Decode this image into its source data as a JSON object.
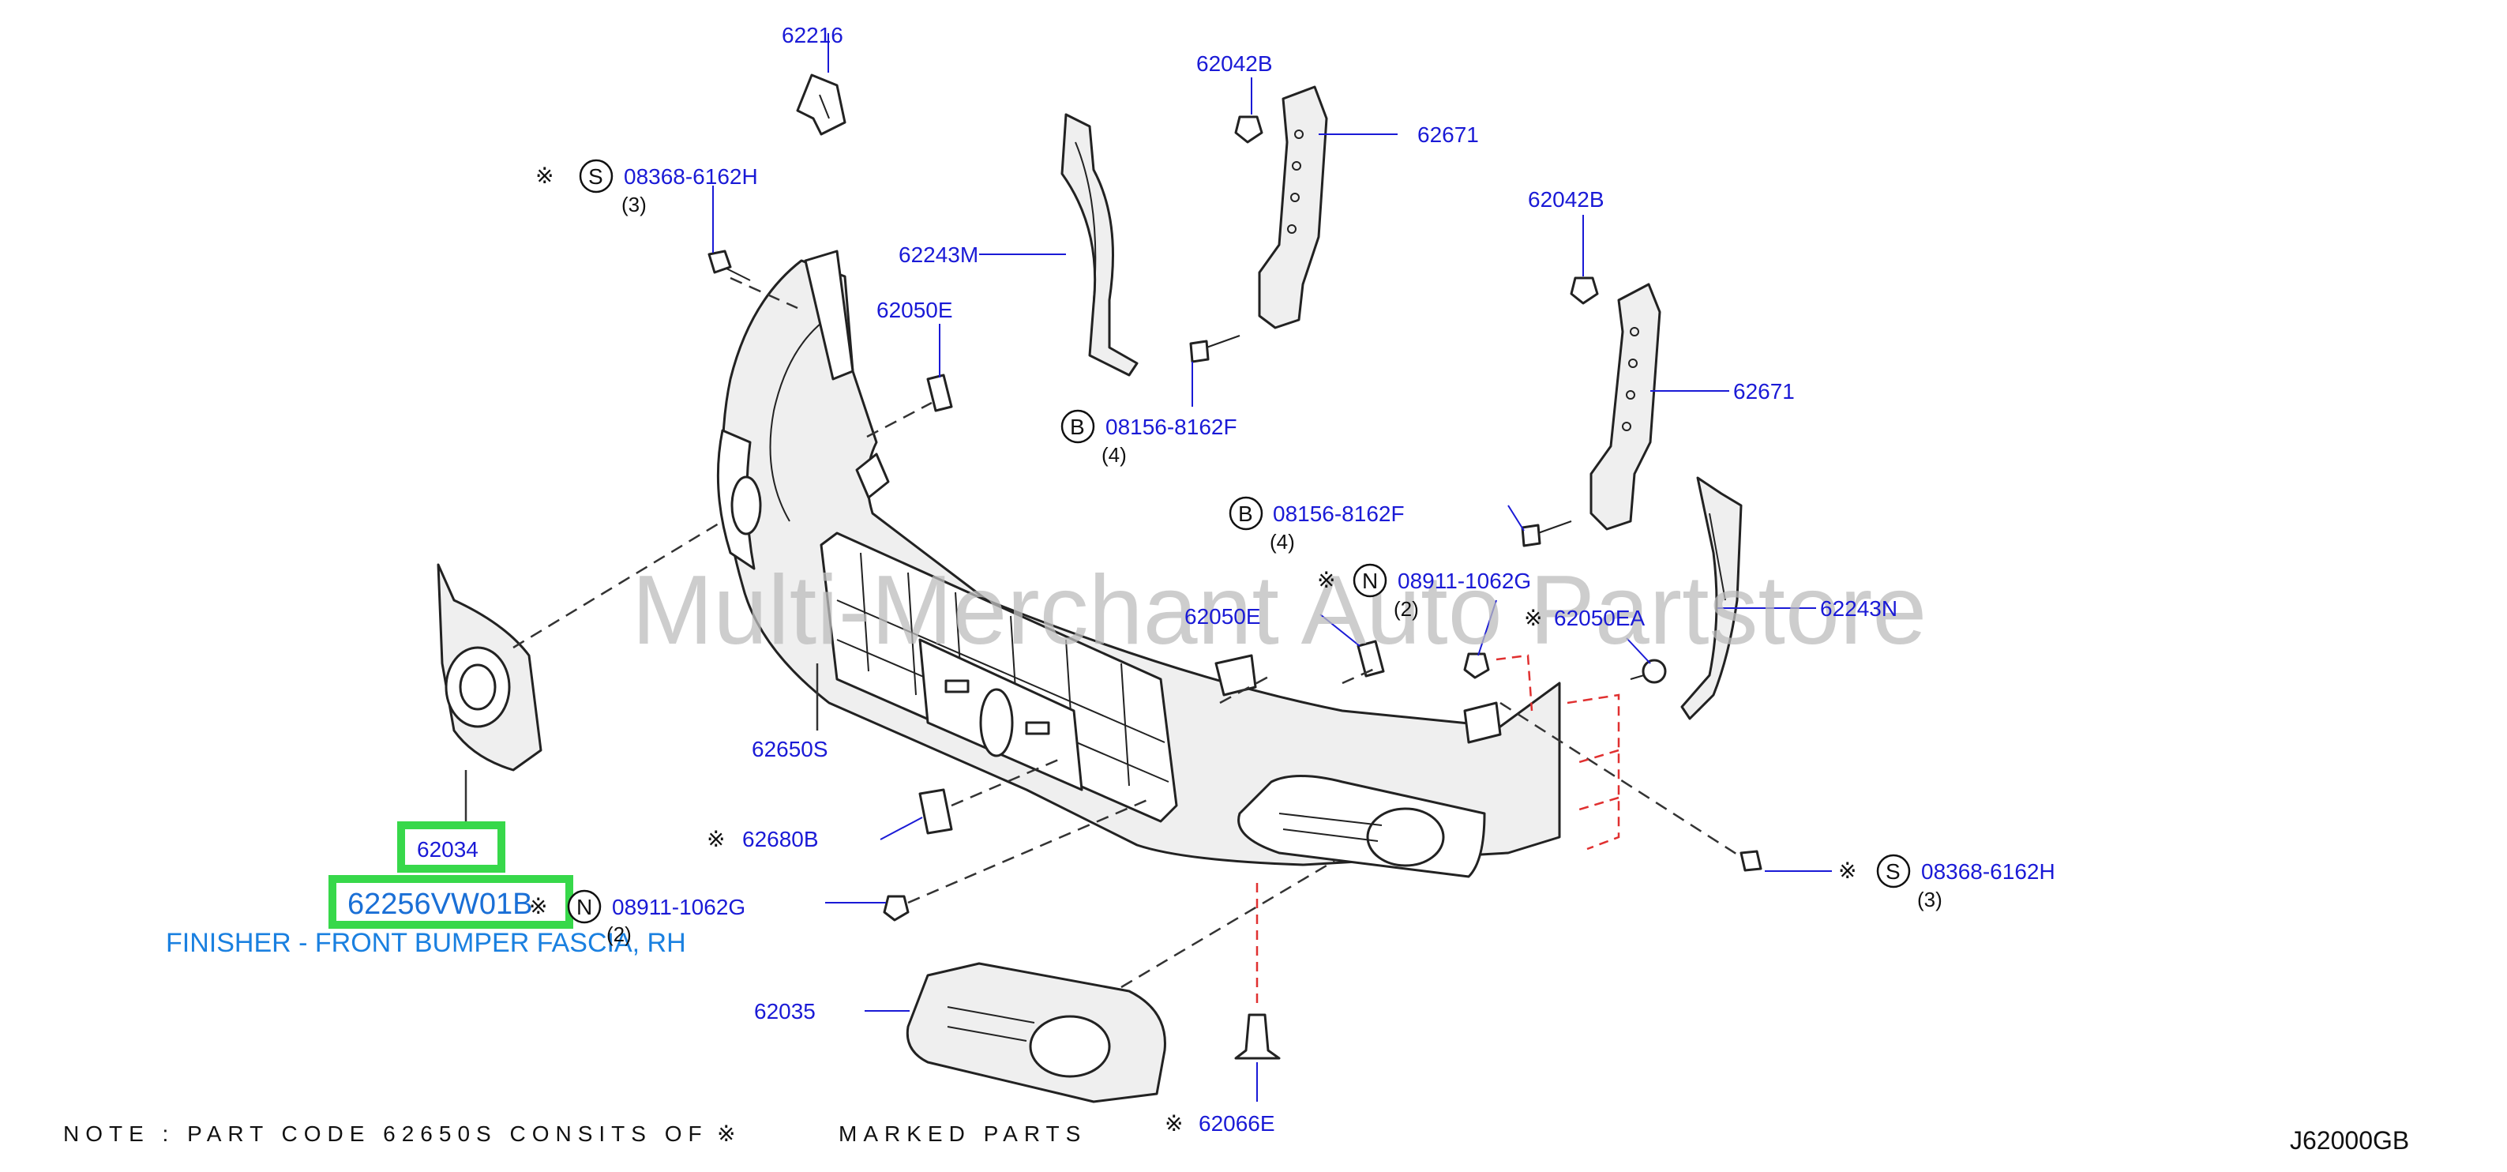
{
  "diagram": {
    "watermark": "Multi-Merchant Auto Partstore",
    "diagram_code": "J62000GB",
    "note": "NOTE : PART CODE 62650S CONSITS OF",
    "note_marked": "MARKED PARTS",
    "mark_symbol": "※",
    "highlighted_part": "62256VW01B",
    "highlighted_description": "FINISHER - FRONT BUMPER FASCIA, RH",
    "parts": {
      "p62216": "62216",
      "p62042b_1": "62042B",
      "p62671_1": "62671",
      "p62042b_2": "62042B",
      "p62671_2": "62671",
      "p62243m": "62243M",
      "p62243n": "62243N",
      "p62050e_1": "62050E",
      "p62050e_2": "62050E",
      "p62050ea": "62050EA",
      "p08368_1": "08368-6162H",
      "p08368_2": "08368-6162H",
      "p08156_1": "08156-8162F",
      "p08156_2": "08156-8162F",
      "p08911_1": "08911-1062G",
      "p08911_2": "08911-1062G",
      "p62650s": "62650S",
      "p62680b": "62680B",
      "p62034": "62034",
      "p62035": "62035",
      "p62066e": "62066E"
    },
    "quantities": {
      "q08368_1": "(3)",
      "q08368_2": "(3)",
      "q08156_1": "(4)",
      "q08156_2": "(4)",
      "q08911_1": "(2)",
      "q08911_2": "(2)"
    },
    "fastener_types": {
      "s": "S",
      "b": "B",
      "n": "N"
    }
  }
}
